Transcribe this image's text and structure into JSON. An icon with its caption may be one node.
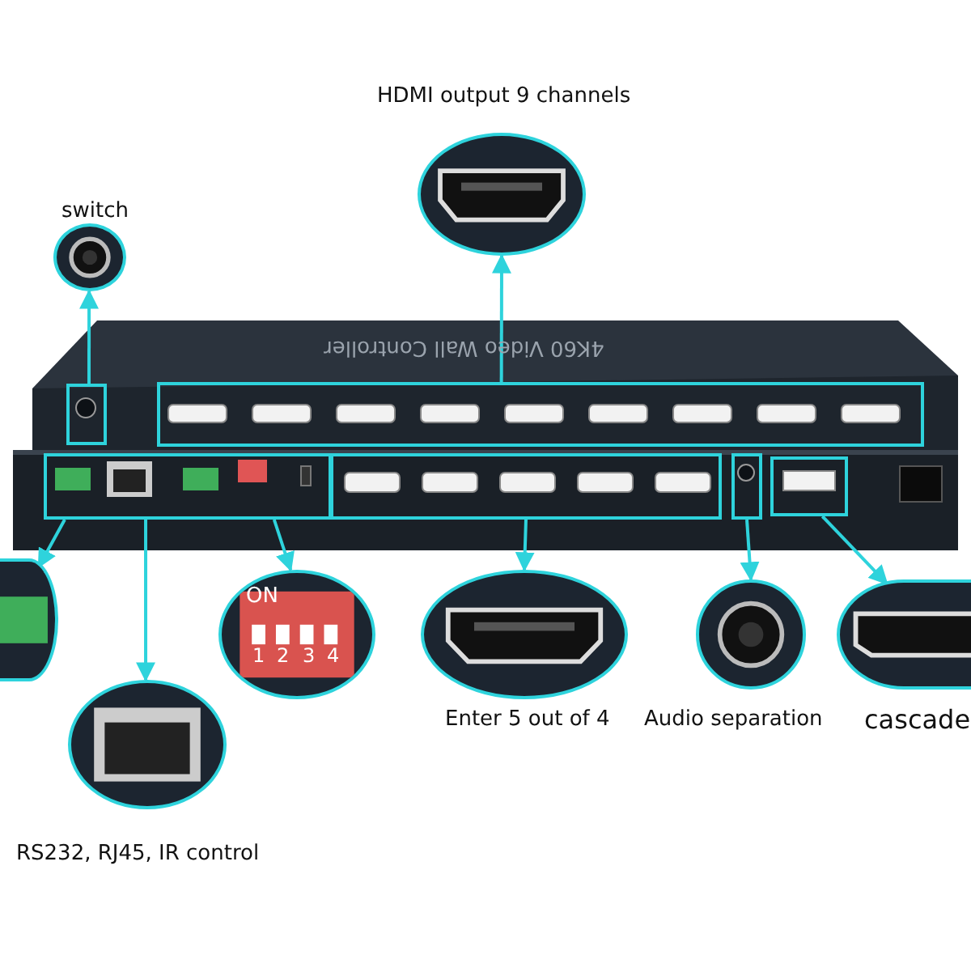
{
  "diagram": {
    "nodes": [
      {
        "text": [],
        "shape": "picture",
        "beside": [
          "HDMI output 9 channels"
        ]
      },
      {
        "text": [],
        "shape": "picture",
        "beside": [
          "switch"
        ]
      },
      {
        "text": [],
        "shape": "box"
      },
      {
        "text": [],
        "shape": "box"
      },
      {
        "text": [],
        "shape": "box"
      },
      {
        "text": [],
        "shape": "box"
      },
      {
        "text": [],
        "shape": "box"
      },
      {
        "text": [],
        "shape": "box"
      },
      {
        "text": [],
        "shape": "picture"
      },
      {
        "text": [],
        "shape": "picture"
      },
      {
        "text": [],
        "shape": "picture",
        "beside": [
          "Enter 5 out of 4"
        ]
      },
      {
        "text": [],
        "shape": "picture",
        "beside": [
          "Audio separation"
        ]
      },
      {
        "text": [],
        "shape": "picture",
        "beside": [
          "cascade"
        ]
      },
      {
        "text": [],
        "shape": "picture",
        "beside": [
          "RS232, RJ45, IR control"
        ]
      }
    ],
    "edges": [
      {
        "from": 2,
        "to": 0,
        "arrow": "to"
      },
      {
        "from": 3,
        "to": 1,
        "arrow": "to"
      },
      {
        "from": 4,
        "to": 8,
        "arrow": "to"
      },
      {
        "from": 4,
        "to": 13,
        "arrow": "to"
      },
      {
        "from": 4,
        "to": 9,
        "arrow": "to"
      },
      {
        "from": 5,
        "to": 10,
        "arrow": "to"
      },
      {
        "from": 6,
        "to": 11,
        "arrow": "to"
      },
      {
        "from": 7,
        "to": 12,
        "arrow": "to"
      }
    ],
    "labels": [
      "4K60 Video Wall Controller",
      "ON",
      "1",
      "2",
      "3",
      "4"
    ]
  }
}
